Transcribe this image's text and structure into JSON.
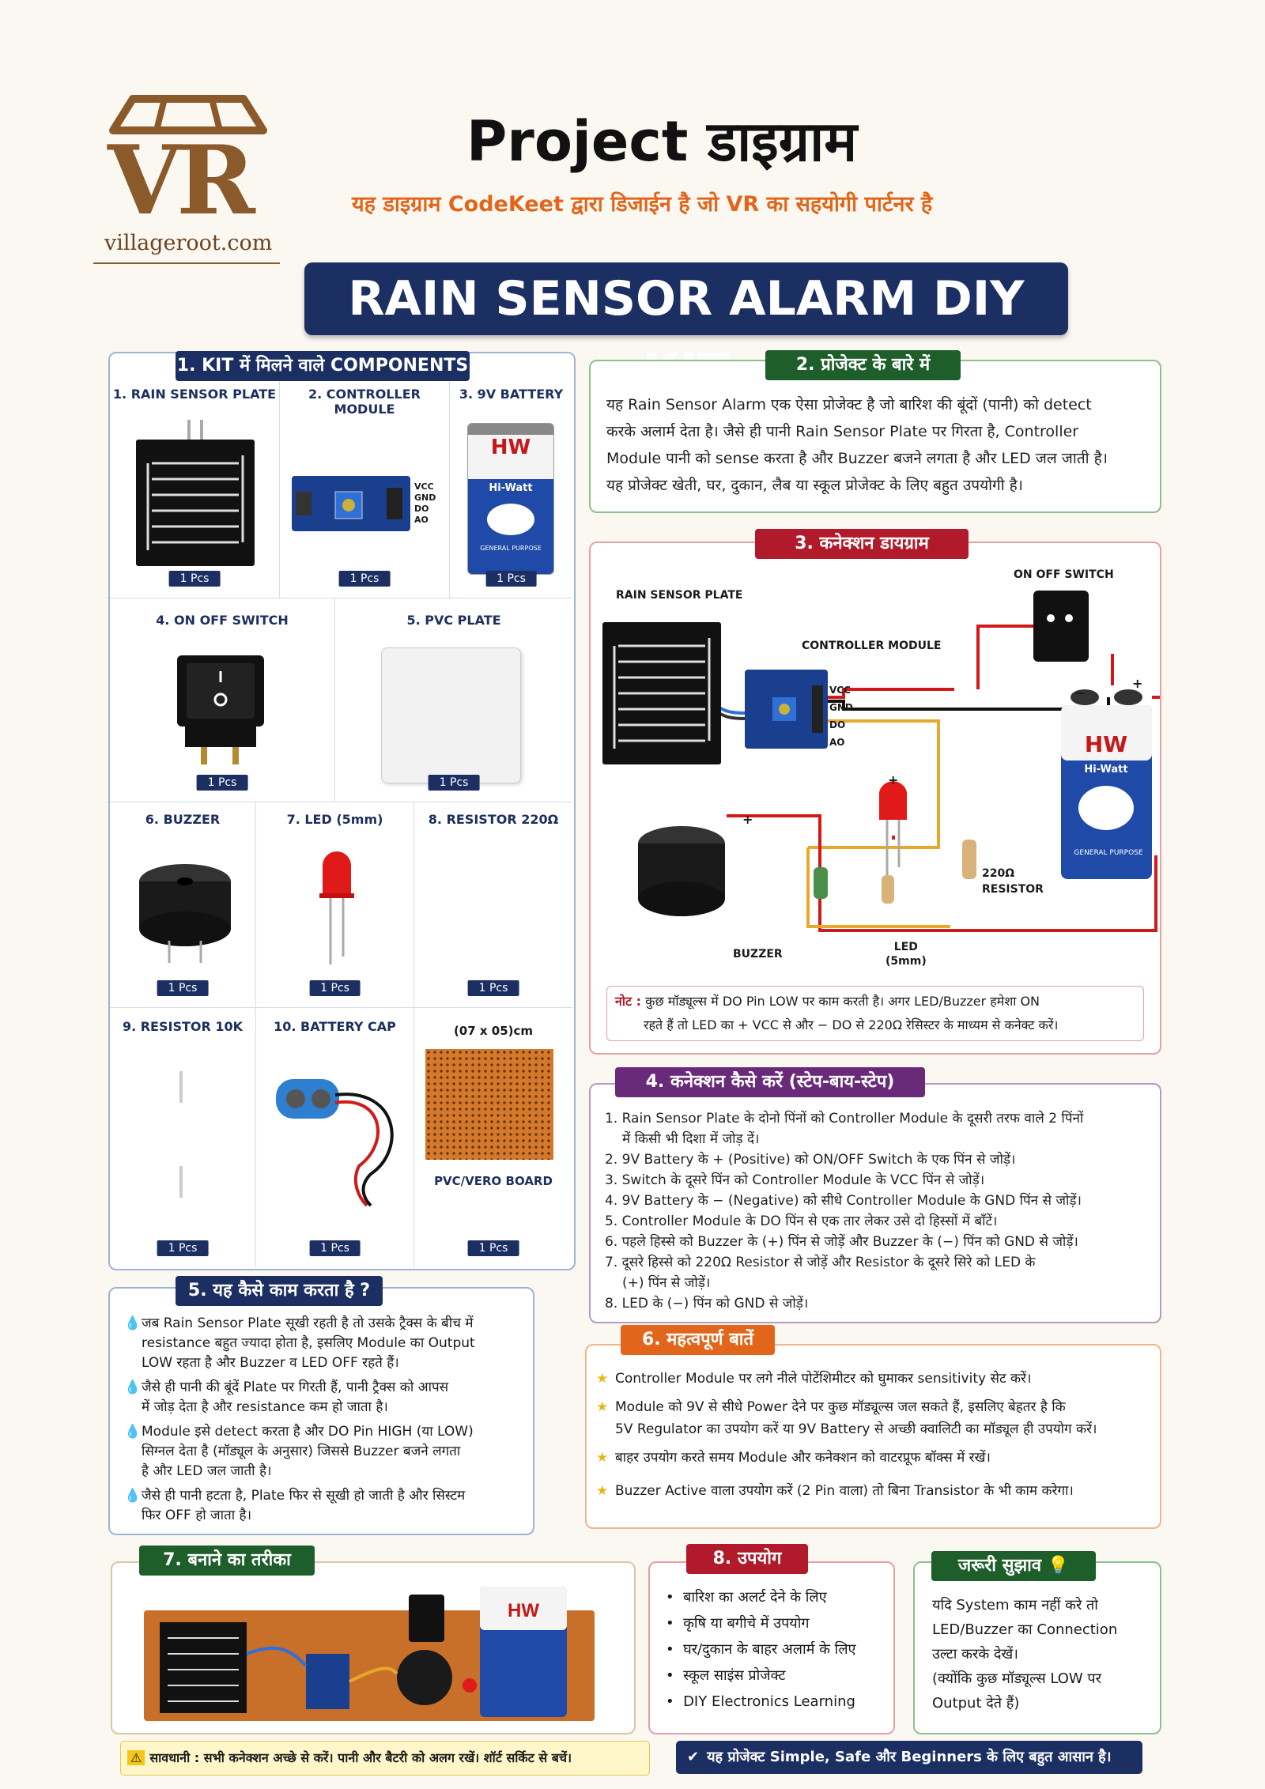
{
  "brand": {
    "logo_letters": "VR",
    "site": "villageroot.com"
  },
  "header": {
    "title": "Project डाइग्राम",
    "subtitle": "यह डाइग्राम CodeKeet द्वारा डिजाईन है जो VR का सहयोगी पार्टनर है"
  },
  "banner": {
    "title": "RAIN SENSOR ALARM DIY KIT"
  },
  "colors": {
    "navy": "#1c2f63",
    "green": "#1e5e2b",
    "red": "#b01a2a",
    "orange": "#e1661b",
    "purple": "#6a2a7a"
  },
  "components": {
    "heading": "1. KIT में मिलने वाले COMPONENTS",
    "items": [
      {
        "label": "1. RAIN SENSOR PLATE",
        "qty": "1 Pcs"
      },
      {
        "label": "2. CONTROLLER MODULE",
        "qty": "1 Pcs",
        "pins": [
          "VCC",
          "GND",
          "DO",
          "AO"
        ]
      },
      {
        "label": "3. 9V BATTERY",
        "qty": "1 Pcs",
        "brand": "HW",
        "brand_name": "Hi-Watt",
        "sub": "GENERAL PURPOSE"
      },
      {
        "label": "4. ON OFF SWITCH",
        "qty": "1 Pcs"
      },
      {
        "label": "5. PVC PLATE",
        "qty": "1 Pcs"
      },
      {
        "label": "6. BUZZER",
        "qty": "1 Pcs"
      },
      {
        "label": "7. LED (5mm)",
        "qty": "1 Pcs"
      },
      {
        "label": "8. RESISTOR 220Ω",
        "qty": "1 Pcs"
      },
      {
        "label": "9. RESISTOR 10K",
        "qty": "1 Pcs"
      },
      {
        "label": "10. BATTERY CAP",
        "qty": "1 Pcs"
      },
      {
        "label": "PVC/VERO BOARD",
        "qty": "1 Pcs",
        "size": "(07 x 05)cm"
      }
    ]
  },
  "about": {
    "heading": "2. प्रोजेक्ट के बारे में",
    "lines": [
      "यह Rain Sensor Alarm एक ऐसा प्रोजेक्ट है जो बारिश की बूंदों (पानी) को detect",
      "करके अलार्म देता है। जैसे ही पानी Rain Sensor Plate पर गिरता है, Controller",
      "Module पानी को sense करता है और Buzzer बजने लगता है और LED जल जाती है।",
      "यह प्रोजेक्ट खेती, घर, दुकान, लैब या स्कूल प्रोजेक्ट के लिए बहुत उपयोगी है।"
    ]
  },
  "diagram": {
    "heading": "3. कनेक्शन डायग्राम",
    "labels": {
      "sensor": "RAIN SENSOR PLATE",
      "module": "CONTROLLER MODULE",
      "switch": "ON OFF SWITCH",
      "buzzer": "BUZZER",
      "led": "LED",
      "led_size": "(5mm)",
      "res_value": "220Ω",
      "res_word": "RESISTOR",
      "pins": [
        "VCC",
        "GND",
        "DO",
        "AO"
      ],
      "plus": "+",
      "minus": "−",
      "battery_brand": "HW",
      "battery_name": "Hi-Watt",
      "battery_sub": "GENERAL PURPOSE"
    },
    "note_prefix": "नोट :",
    "note_line1": "कुछ मॉड्यूल्स में DO Pin LOW पर काम करती है। अगर LED/Buzzer हमेशा ON",
    "note_line2": "रहते हैं तो LED का + VCC से और − DO से 220Ω रेसिस्टर के माध्यम से कनेक्ट करें।"
  },
  "steps": {
    "heading": "4. कनेक्शन कैसे करें (स्टेप-बाय-स्टेप)",
    "lines": [
      "1.  Rain Sensor Plate के दोनो पिंनों को Controller Module के दूसरी तरफ वाले 2 पिंनों",
      "     में किसी भी दिशा में जोड़ दें।",
      "2.  9V Battery के + (Positive) को ON/OFF Switch के एक पिंन से जोड़ें।",
      "3.  Switch के दूसरे पिंन को Controller Module के VCC पिंन से जोड़ें।",
      "4.  9V Battery के − (Negative) को सीधे Controller Module के GND पिंन से जोड़ें।",
      "5.  Controller Module के DO पिंन से एक तार लेकर उसे दो हिस्सों में बाँटें।",
      "6.  पहले हिस्से को Buzzer के (+) पिंन से जोड़ें  और Buzzer के (−) पिंन को GND से जोड़ें।",
      "7.  दूसरे हिस्से को 220Ω Resistor से जोड़ें और Resistor के दूसरे सिरे को LED के",
      "     (+) पिंन से जोड़ें।",
      "8.  LED के (−) पिंन को GND से जोड़ें।"
    ]
  },
  "how": {
    "heading": "5. यह कैसे काम करता है ?",
    "points": [
      [
        "जब Rain Sensor Plate सूखी रहती है तो उसके ट्रैक्स के बीच में",
        "resistance बहुत ज्यादा होता है, इसलिए Module का Output",
        "LOW रहता है और Buzzer व LED OFF रहते हैं।"
      ],
      [
        "जैसे ही पानी की बूंदें Plate पर गिरती हैं, पानी ट्रैक्स को आपस",
        "में जोड़ देता है और resistance कम हो जाता है।"
      ],
      [
        "Module इसे detect करता है और DO Pin HIGH (या LOW)",
        "सिग्नल देता है (मॉड्यूल के अनुसार) जिससे Buzzer बजने लगता",
        "है और LED जल जाती है।"
      ],
      [
        "जैसे ही पानी हटता है, Plate फिर से सूखी हो जाती है और सिस्टम",
        "फिर OFF हो जाता है।"
      ]
    ]
  },
  "important": {
    "heading": "6. महत्वपूर्ण बातें",
    "points": [
      [
        "Controller Module पर लगे नीले पोटेंशिमीटर को घुमाकर sensitivity सेट करें।"
      ],
      [
        "Module को 9V से सीधे Power देने पर कुछ मॉड्यूल्स जल सकते हैं, इसलिए बेहतर है कि",
        "5V Regulator का उपयोग करें या 9V Battery से अच्छी क्वालिटी का मॉड्यूल ही उपयोग करें।"
      ],
      [
        "बाहर उपयोग करते समय Module और कनेक्शन को वाटरप्रूफ बॉक्स में रखें।"
      ],
      [
        "Buzzer Active वाला उपयोग करें (2 Pin वाला) तो बिना Transistor के भी काम करेगा।"
      ]
    ]
  },
  "build": {
    "heading": "7. बनाने का तरीका"
  },
  "uses": {
    "heading": "8. उपयोग",
    "items": [
      "बारिश का अलर्ट देने के लिए",
      "कृषि या बगीचे में उपयोग",
      "घर/दुकान के बाहर अलार्म के लिए",
      "स्कूल साइंस प्रोजेक्ट",
      "DIY Electronics Learning"
    ]
  },
  "tip": {
    "heading": "जरूरी सुझाव",
    "lines": [
      "यदि System काम नहीं करे तो",
      "LED/Buzzer का Connection",
      "उल्टा करके देखें।",
      "(क्योंकि कुछ मॉड्यूल्स LOW पर",
      "Output देते हैं)"
    ]
  },
  "footer": {
    "warning": "सावधानी : सभी कनेक्शन अच्छे से करें। पानी और बैटरी को अलग रखें। शॉर्ट सर्किट से बचें।",
    "tagline": "यह प्रोजेक्ट Simple, Safe और Beginners के लिए बहुत आसान है।"
  }
}
